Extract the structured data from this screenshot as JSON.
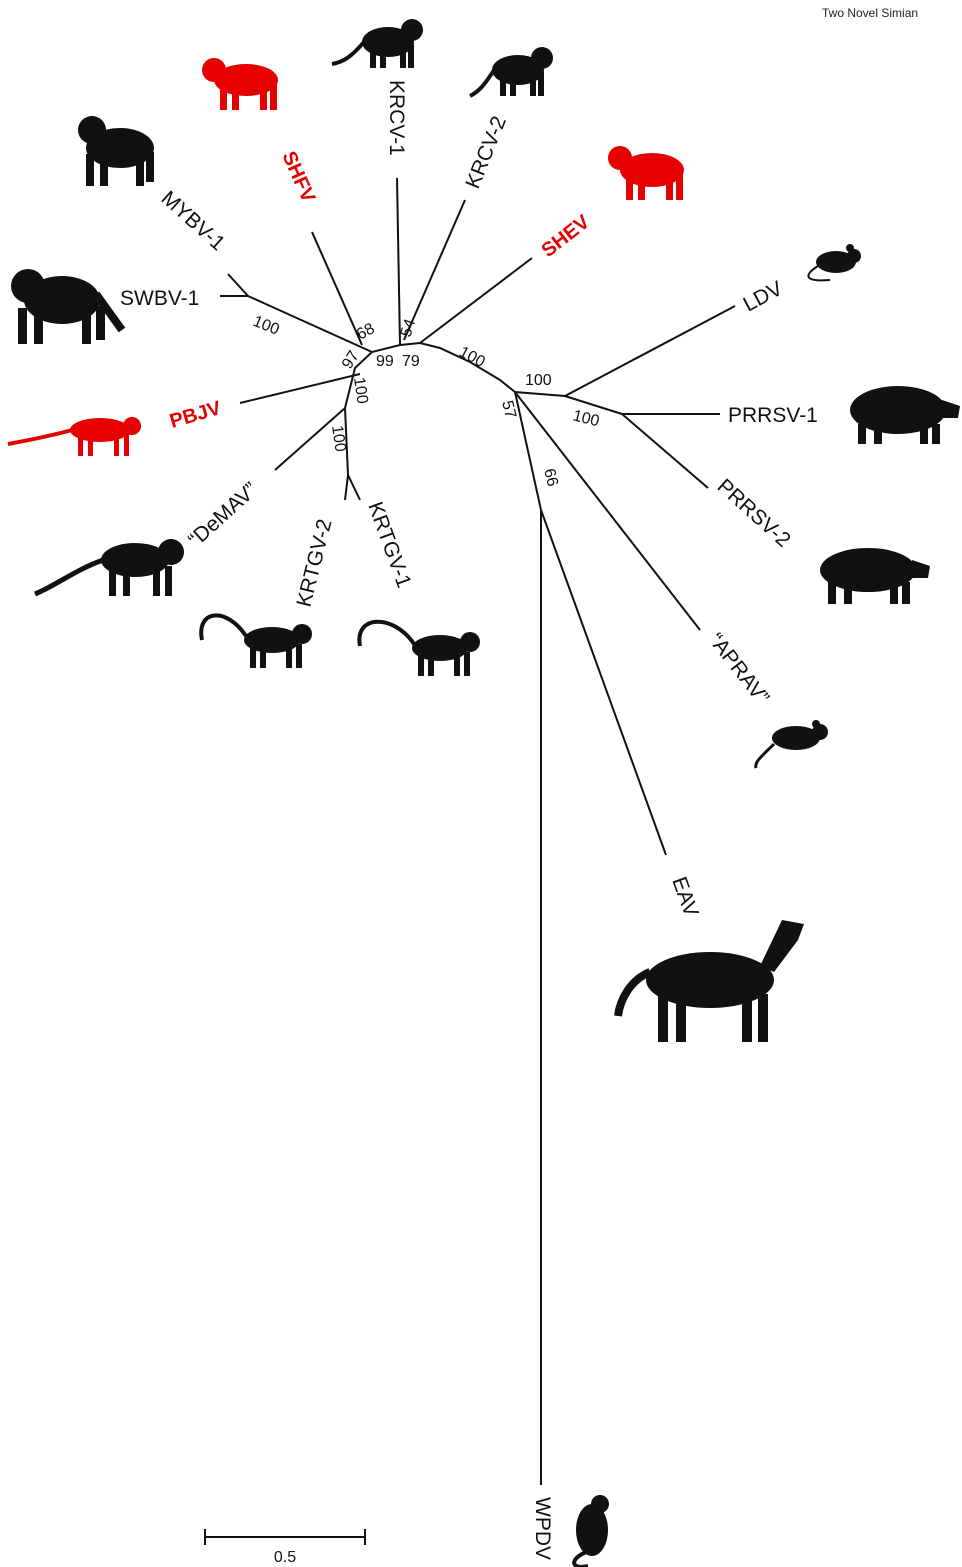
{
  "header": {
    "running_title": "Two Novel Simian"
  },
  "colors": {
    "highlight": "#e60000",
    "default": "#111111"
  },
  "taxa": {
    "krcv1": "KRCV-1",
    "krcv2": "KRCV-2",
    "shev": "SHEV",
    "shfv": "SHFV",
    "mybv1": "MYBV-1",
    "swbv1": "SWBV-1",
    "pbjv": "PBJV",
    "demav": "“DeMAV”",
    "krtgv2": "KRTGV-2",
    "krtgv1": "KRTGV-1",
    "ldv": "LDV",
    "prrsv1": "PRRSV-1",
    "prrsv2": "PRRSV-2",
    "aprav": "“APRAV”",
    "eav": "EAV",
    "wpdv": "WPDV"
  },
  "highlighted_taxa": [
    "SHFV",
    "SHEV",
    "PBJV"
  ],
  "bootstrap": {
    "b100_swbv": "100",
    "b68": "68",
    "b54": "54",
    "b97": "97",
    "b99": "99",
    "b79": "79",
    "b100_root": "100",
    "b100_arteri": "100",
    "b100_prrsv": "100",
    "b57": "57",
    "b66": "66",
    "b100_pbjv": "100",
    "b100_krtgv": "100"
  },
  "scale_bar": {
    "label": "0.5"
  },
  "icons": {
    "shfv": "monkey-silhouette-red",
    "krcv1": "monkey-silhouette",
    "krcv2": "monkey-silhouette",
    "shev": "monkey-silhouette-red",
    "mybv1": "baboon-silhouette",
    "swbv1": "baboon-silhouette",
    "pbjv": "monkey-silhouette-red",
    "demav": "monkey-silhouette",
    "krtgv2": "monkey-silhouette",
    "krtgv1": "monkey-silhouette",
    "ldv": "mouse-silhouette",
    "prrsv1": "pig-silhouette",
    "prrsv2": "pig-silhouette",
    "aprav": "rat-silhouette",
    "eav": "horse-silhouette",
    "wpdv": "opossum-silhouette"
  }
}
